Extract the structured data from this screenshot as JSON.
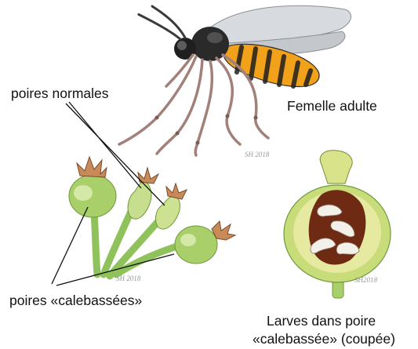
{
  "labels": {
    "normal_pears": "poires normales",
    "adult_female": "Femelle adulte",
    "gourd_pears": "poires «calebassées»",
    "larvae_line1": "Larves dans poire",
    "larvae_line2": "«calebassée» (coupée)"
  },
  "signatures": {
    "fly": "SH 2018",
    "pears": "SH 2018",
    "cut_pear": "SH2018"
  },
  "colors": {
    "pear_green": "#a9cf6a",
    "pear_yellow": "#d9e48a",
    "fly_orange": "#f2a11a",
    "fly_black": "#222222",
    "leg_brown": "#a3807a",
    "wing_gray": "#c9ccd0",
    "cavity_brown": "#6e2a12",
    "larva_white": "#f3f0ea"
  }
}
